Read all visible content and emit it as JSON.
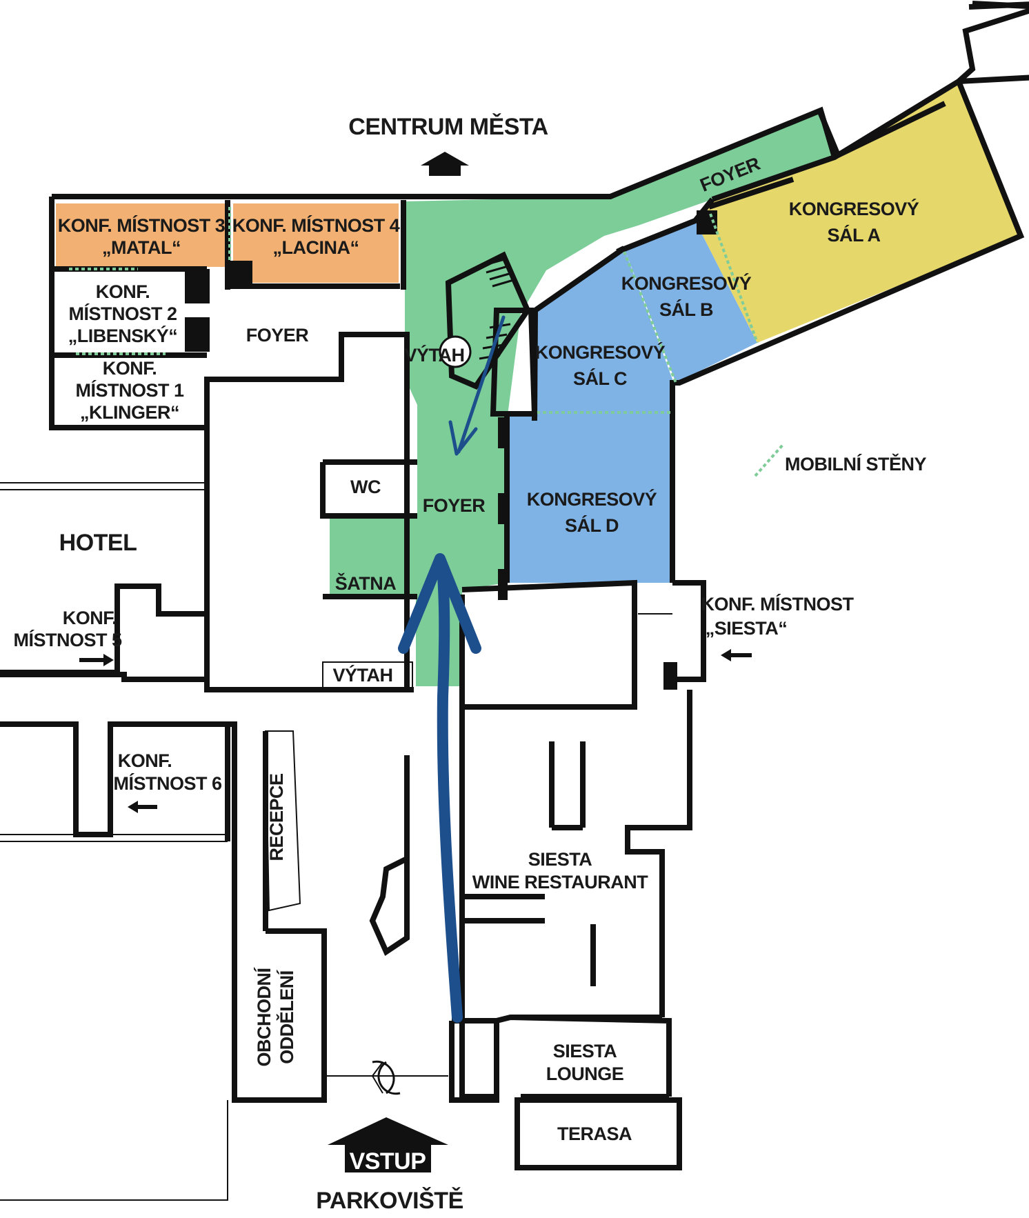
{
  "colors": {
    "foyer": "#7dcd99",
    "konf_orange": "#f2b173",
    "sal_blue": "#7fb3e6",
    "sal_yellow": "#e6d76b",
    "wall": "#111111",
    "route_arrow": "#1d4f8c",
    "mobile_wall": "#7fcc99"
  },
  "labels": {
    "centrum_mesta": "CENTRUM MĚSTA",
    "konf3_line1": "KONF. MÍSTNOST 3",
    "konf3_line2": "„MATAL“",
    "konf4_line1": "KONF. MÍSTNOST 4",
    "konf4_line2": "„LACINA“",
    "konf2_line1": "KONF.",
    "konf2_line2": "MÍSTNOST 2",
    "konf2_line3": "„LIBENSKÝ“",
    "konf1_line1": "KONF.",
    "konf1_line2": "MÍSTNOST 1",
    "konf1_line3": "„KLINGER“",
    "foyer_west": "FOYER",
    "foyer_north": "FOYER",
    "foyer_main": "FOYER",
    "vytah_upper": "VÝTAH",
    "vytah_lower": "VÝTAH",
    "wc": "WC",
    "satna": "ŠATNA",
    "sal_a_line1": "KONGRESOVÝ",
    "sal_a_line2": "SÁL A",
    "sal_b_line1": "KONGRESOVÝ",
    "sal_b_line2": "SÁL B",
    "sal_c_line1": "KONGRESOVÝ",
    "sal_c_line2": "SÁL C",
    "sal_d_line1": "KONGRESOVÝ",
    "sal_d_line2": "SÁL D",
    "mobilni_steny": "MOBILNÍ STĚNY",
    "hotel": "HOTEL",
    "konf5_line1": "KONF.",
    "konf5_line2": "MÍSTNOST 5",
    "konf6_line1": "KONF.",
    "konf6_line2": "MÍSTNOST 6",
    "siesta_line1": "KONF. MÍSTNOST",
    "siesta_line2": "„SIESTA“",
    "recepce": "RECEPCE",
    "obchodni_line1": "OBCHODNÍ",
    "obchodni_line2": "ODDĚLENÍ",
    "restaurant_line1": "SIESTA",
    "restaurant_line2": "WINE RESTAURANT",
    "lounge_line1": "SIESTA",
    "lounge_line2": "LOUNGE",
    "terasa": "TERASA",
    "vstup": "VSTUP",
    "parkoviste": "PARKOVIŠTĚ"
  },
  "icons": {
    "north_arrow": "arrow-up-icon",
    "entry_arrow": "arrow-up-icon",
    "side_arrows": "arrow-right-icon",
    "route": "route-arrow-icon",
    "stairs": "stairs-icon",
    "revolving_door": "revolving-door-icon"
  }
}
